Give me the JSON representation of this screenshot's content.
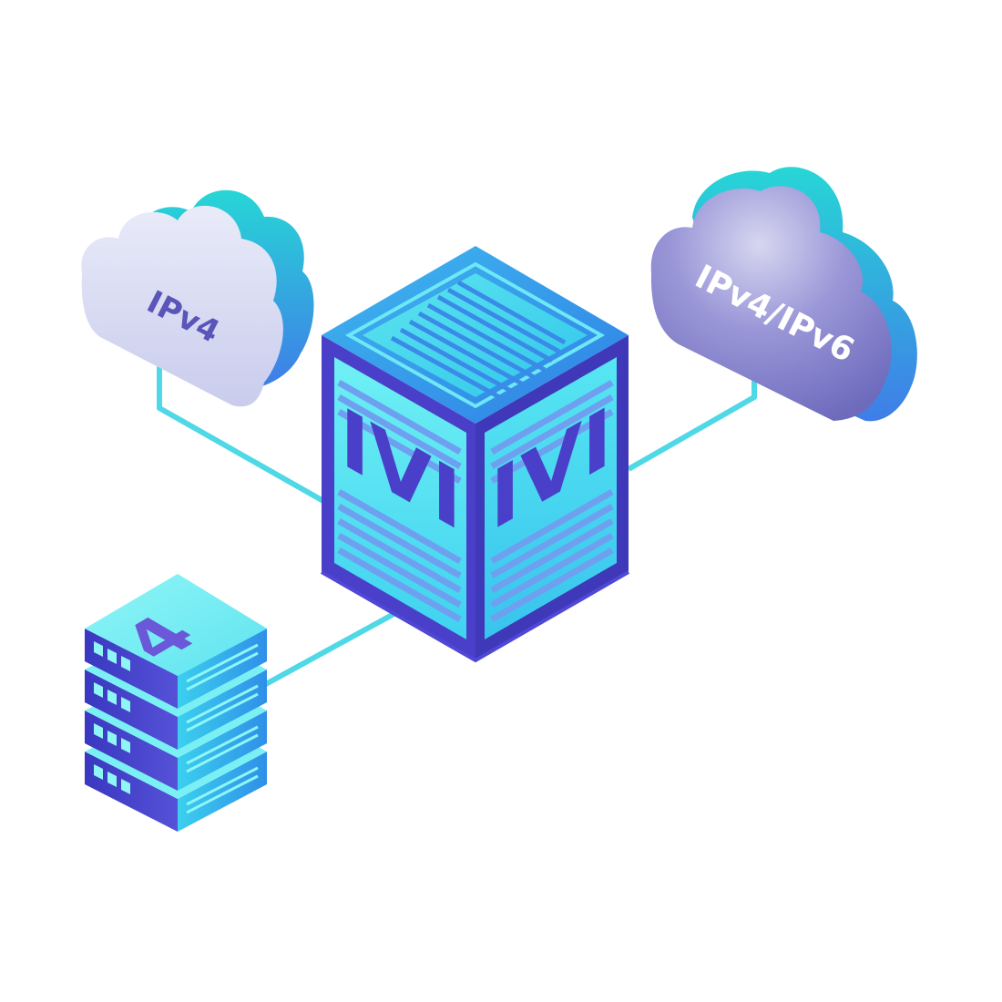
{
  "diagram": {
    "nodes": {
      "left_cloud": {
        "label": "IPv4"
      },
      "right_cloud": {
        "label": "IPv4/IPv6"
      },
      "cube_server": {
        "face_label_left": "IVI",
        "face_label_right": "IVI"
      },
      "rack_server": {
        "glyph": "4"
      }
    },
    "edges": [
      {
        "from": "left_cloud",
        "to": "cube_server"
      },
      {
        "from": "right_cloud",
        "to": "cube_server"
      },
      {
        "from": "rack_server",
        "to": "cube_server"
      }
    ],
    "colors": {
      "connector": "#4fd8e6",
      "cyan": "#27d6d6",
      "blue": "#3f7de8",
      "indigo": "#4a3fc9",
      "cloud_light": "#dfe2f5",
      "cloud_purple": "#8a86d0"
    }
  }
}
